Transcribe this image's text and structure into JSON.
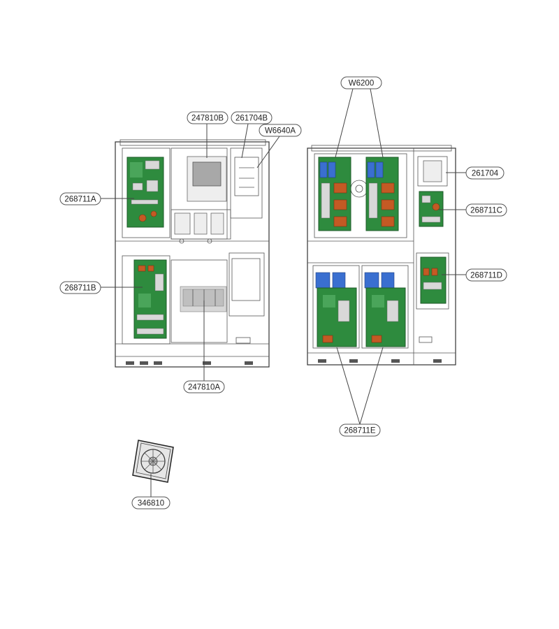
{
  "labels": {
    "w6200": "W6200",
    "p247810b": "247810B",
    "p261704b": "261704B",
    "w6640a": "W6640A",
    "p268711a": "268711A",
    "p268711b": "268711B",
    "p247810a": "247810A",
    "p261704": "261704",
    "p268711c": "268711C",
    "p268711d": "268711D",
    "p268711e": "268711E",
    "p346810": "346810"
  },
  "colors": {
    "pcb_green": "#2e8b3e",
    "coil_copper": "#c45a24",
    "capacitor_blue": "#3a6fd0"
  }
}
